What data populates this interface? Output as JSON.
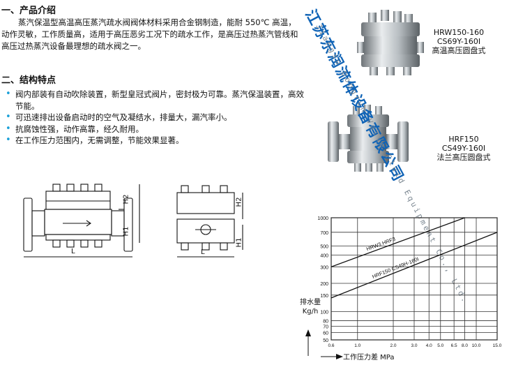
{
  "section1": {
    "heading": "一、产品介绍",
    "text": "蒸汽保温型高温高压蒸汽疏水阀阀体材料采用合金钢制造，能耐 550℃ 高温，动作灵敏，工作质量高，适用于高压恶劣工况下的疏水工作，是高压过热蒸汽管线和高压过热蒸汽设备最理想的疏水阀之一。"
  },
  "section2": {
    "heading": "二、结构特点",
    "items": [
      "阀内部装有自动吹除装置，新型皇冠式阀片，密封极为可靠。蒸汽保温装置，高效节能。",
      "可迅速排出设备启动时的空气及凝结水，排量大，漏汽率小。",
      "抗腐蚀性强，动作高靠，经久耐用。",
      "在工作压力范围内，无需调整，节能效果显著。"
    ]
  },
  "products": [
    {
      "line1": "HRW150-160",
      "line2": "CS69Y-160I",
      "line3": "高温高压圆盘式"
    },
    {
      "line1": "HRF150",
      "line2": "CS49Y-160I",
      "line3": "法兰高压圆盘式"
    }
  ],
  "watermark": {
    "cn": "江苏东润流体设备有限公司",
    "en": "Jiangsu Dongrun Valve Fluid Equipment Co., Ltd."
  },
  "drawings": {
    "left": {
      "h1": "H1",
      "h2": "H2",
      "length": "L"
    },
    "right": {
      "h1": "H1",
      "h2": "H2",
      "length": "L"
    }
  },
  "chart_data": {
    "type": "line",
    "scale": "log-log",
    "y_ticks": [
      50,
      60,
      70,
      80,
      100,
      150,
      200,
      300,
      400,
      500,
      700,
      1000
    ],
    "x_ticks": [
      0.6,
      1.0,
      2.0,
      3.0,
      4.0,
      5.0,
      6.5,
      8.0,
      10.0,
      15.0
    ],
    "xlim": [
      0.6,
      15.0
    ],
    "ylim": [
      50,
      1000
    ],
    "ylabel": "排水量 Kg/h",
    "xlabel": "工作压力差 MPa",
    "grid": true,
    "series": [
      {
        "name": "HRW3  HRF3",
        "x": [
          0.6,
          8.0
        ],
        "y": [
          300,
          1000
        ]
      },
      {
        "name": "HRF150  CS49H-160I",
        "x": [
          0.6,
          15.0
        ],
        "y": [
          140,
          700
        ]
      }
    ]
  }
}
